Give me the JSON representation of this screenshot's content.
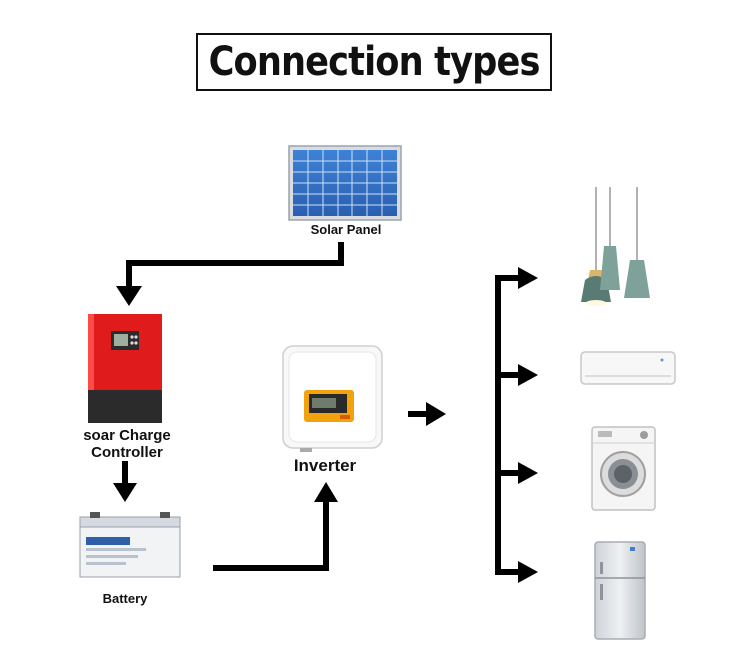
{
  "title": "Connection types",
  "labels": {
    "solar_panel": "Solar Panel",
    "charge_controller_line1": "soar Charge",
    "charge_controller_line2": "Controller",
    "inverter": "Inverter",
    "battery": "Battery"
  },
  "colors": {
    "arrow": "#000000",
    "panel_cell": "#2f6fc4",
    "controller_body": "#e01b1b",
    "controller_base": "#2b2b2b"
  },
  "appliances": [
    "pendant-lamps-icon",
    "air-conditioner-icon",
    "washing-machine-icon",
    "refrigerator-icon"
  ]
}
